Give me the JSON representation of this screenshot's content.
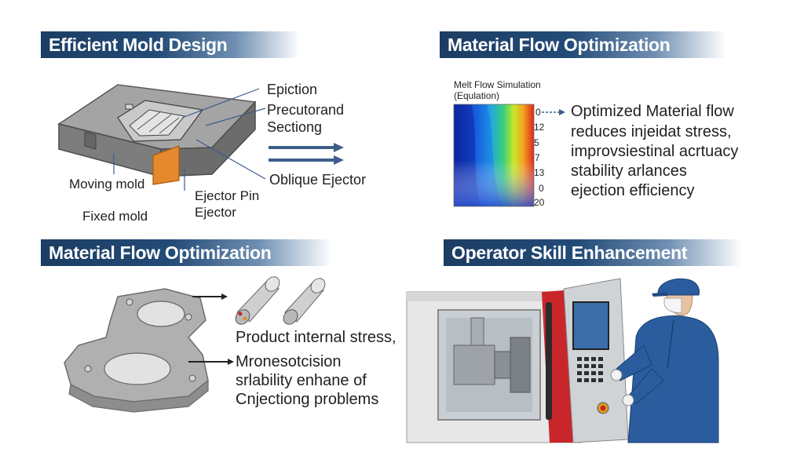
{
  "panels": {
    "mold_design": {
      "title": "Efficient Mold Design",
      "labels": {
        "ejection": "Epiction",
        "precutor_line1": "Precutorand",
        "precutor_line2": "Sectiong",
        "oblique": "Oblique Ejector",
        "moving": "Moving mold",
        "fixed": "Fixed mold",
        "ejector_pin_line1": "Ejector Pin",
        "ejector_pin_line2": "Ejector"
      },
      "colors": {
        "mold": "#8f8f8f",
        "insert": "#e6892e",
        "arrow": "#3d5e88"
      }
    },
    "flow_optimization_top": {
      "title": "Material Flow Optimization",
      "sim_title_line1": "Melt Flow Simulation",
      "sim_title_line2": "(Equlation)",
      "scale_ticks": [
        "0",
        "12",
        "5",
        "7",
        "13",
        "0",
        "20"
      ],
      "description": [
        "Optimized Material flow",
        "reduces injeidat stress,",
        "improvsiestinal acrtuacy",
        "stability arlances",
        "ejection efficiency"
      ]
    },
    "flow_optimization_bottom": {
      "title": "Material Flow Optimization",
      "description_top": "Product internal stress,",
      "description_bottom": [
        "Mronesotcision",
        "srlability enhane of",
        "Cnjectiong problems"
      ],
      "colors": {
        "part": "#a9a9a9"
      }
    },
    "operator_skill": {
      "title": "Operator Skill Enhancement",
      "colors": {
        "uniform": "#2b5d9e",
        "machine_accent": "#c8262b",
        "machine_body": "#e4e4e4"
      }
    }
  }
}
